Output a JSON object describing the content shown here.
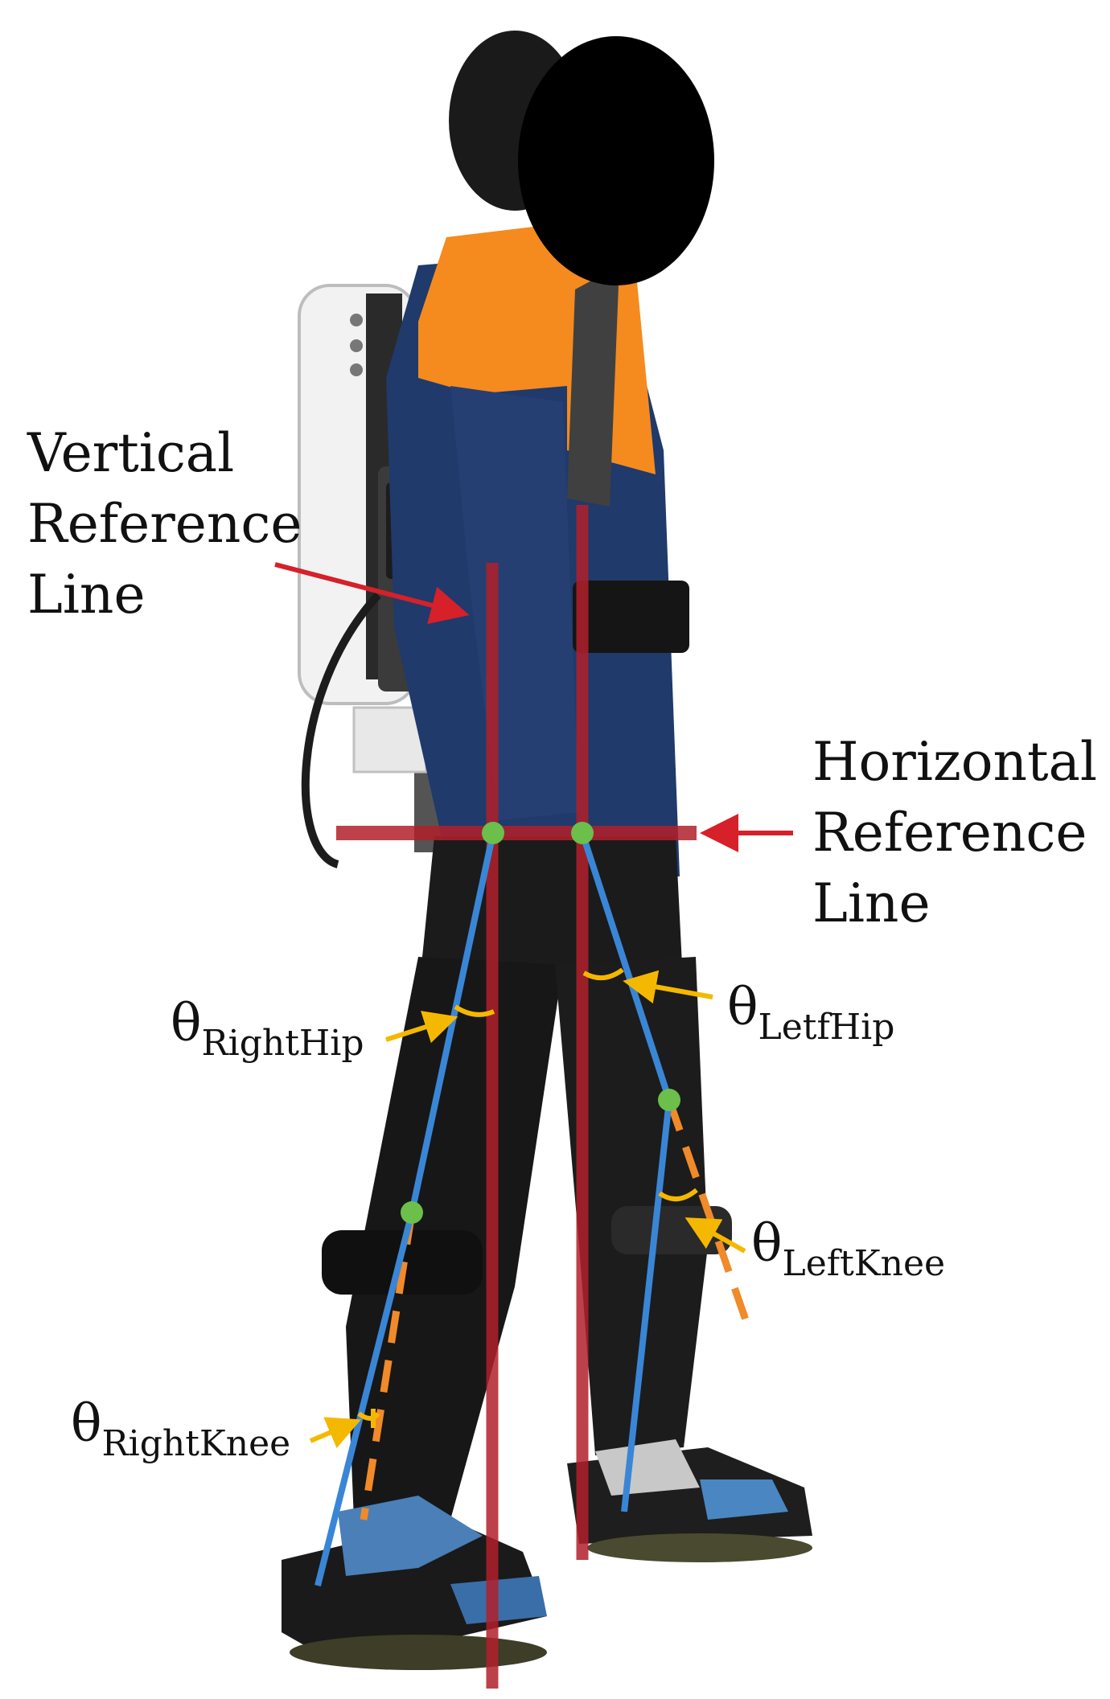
{
  "labels": {
    "vertical": [
      "Vertical",
      "Reference",
      "Line"
    ],
    "horizontal": [
      "Horizontal",
      "Reference",
      "Line"
    ],
    "right_hip": {
      "symbol": "θ",
      "sub": "RightHip"
    },
    "left_hip": {
      "symbol": "θ",
      "sub": "LetfHip"
    },
    "left_knee": {
      "symbol": "θ",
      "sub": "LeftKnee"
    },
    "right_knee": {
      "symbol": "θ",
      "sub": "RightKnee"
    }
  },
  "colors": {
    "reference_line": "#b2202a",
    "segment_line": "#3a86d6",
    "extension_line": "#f08a2a",
    "joint_dot": "#6bbf4a",
    "angle_arrow": "#f5b800",
    "annotation_arrow": "#d6202a"
  }
}
